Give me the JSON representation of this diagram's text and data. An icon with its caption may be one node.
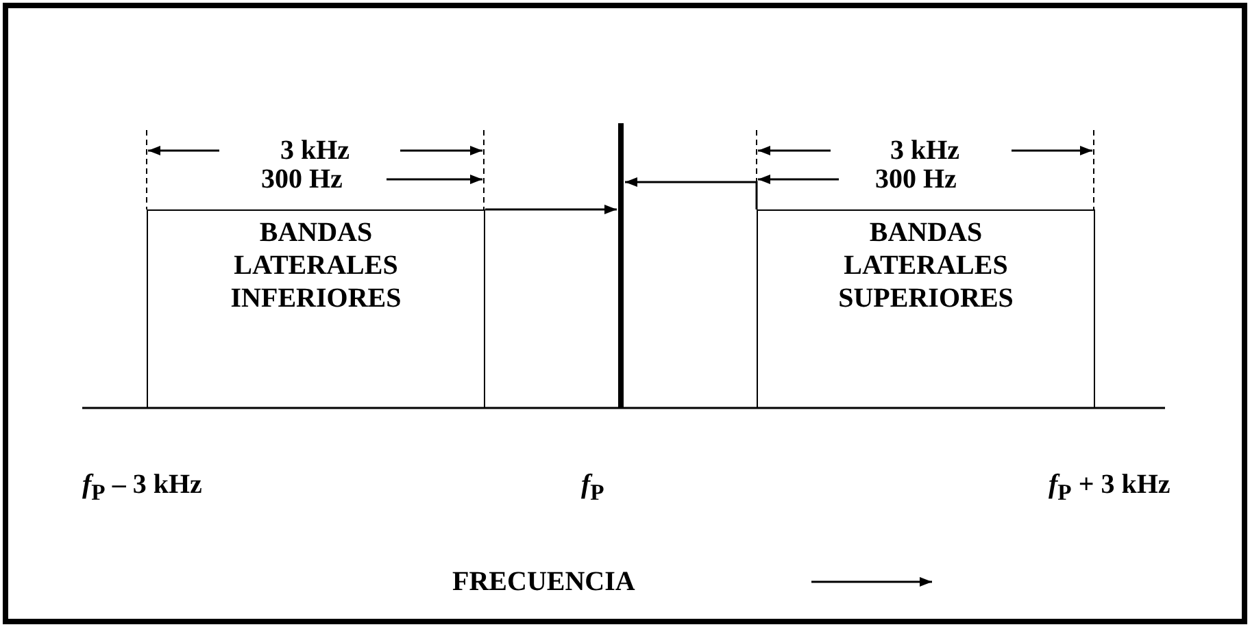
{
  "diagram": {
    "nodes": [
      {
        "text": [
          "BANDAS LATERALES INFERIORES"
        ]
      },
      {
        "text": [],
        "shape": "bar"
      },
      {
        "text": [
          "BANDAS LATERALES SUPERIORES"
        ]
      }
    ],
    "edges": [
      {
        "from": 0,
        "to": 1,
        "arrow": "to"
      },
      {
        "from": 2,
        "to": 1,
        "arrow": "to"
      }
    ],
    "labels": [
      "3 kHz",
      "3 kHz",
      "300 Hz",
      "300 Hz",
      "*f*$_{P}$ – 3 kHz",
      "*f*$_{P}$",
      "*f*$_{P}$ + 3 kHz",
      "FRECUENCIA"
    ]
  }
}
